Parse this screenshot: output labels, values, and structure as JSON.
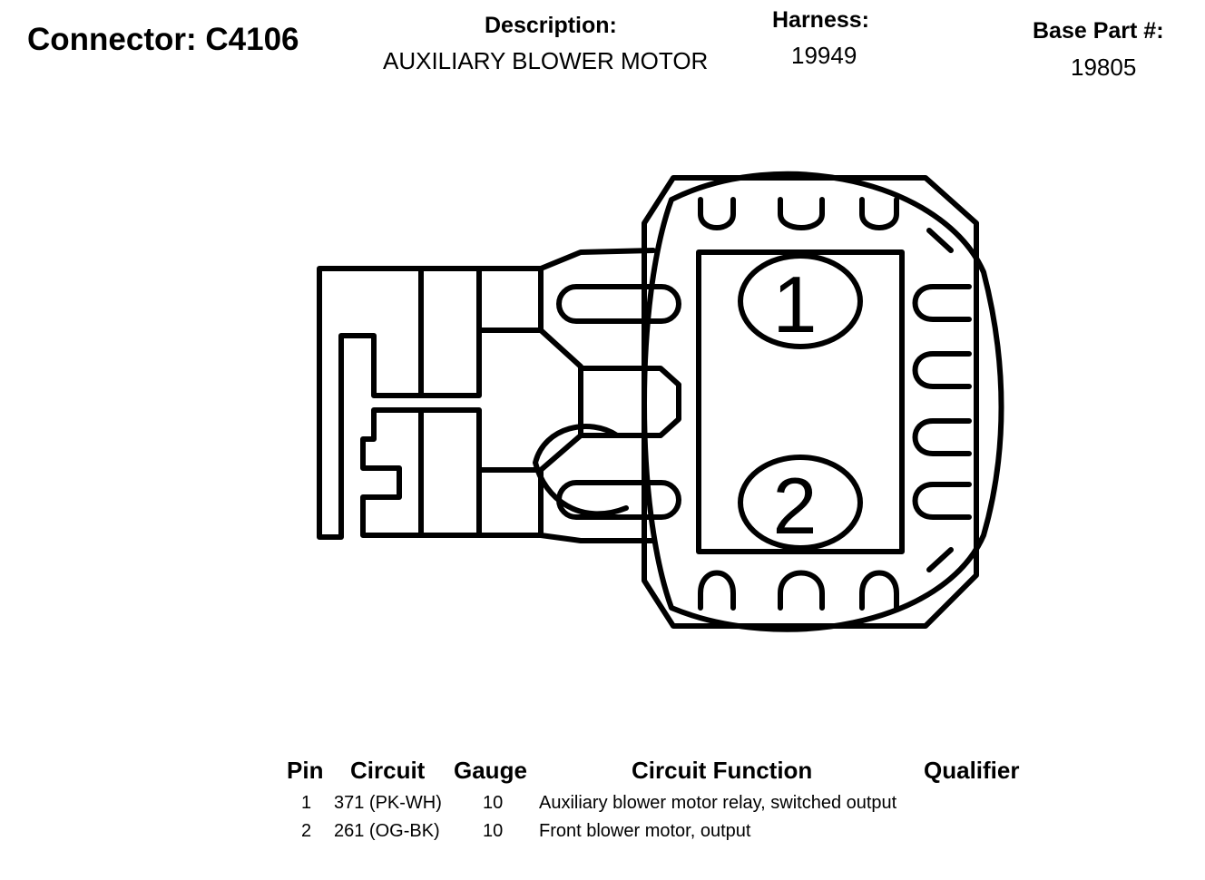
{
  "header": {
    "connector_label": "Connector: C4106",
    "description_label": "Description:",
    "description_value": "AUXILIARY BLOWER MOTOR",
    "harness_label": "Harness:",
    "harness_value": "19949",
    "base_part_label": "Base Part #:",
    "base_part_value": "19805"
  },
  "diagram": {
    "pin_labels": [
      "1",
      "2"
    ],
    "stroke_color": "#000000"
  },
  "table": {
    "headers": [
      "Pin",
      "Circuit",
      "Gauge",
      "Circuit Function",
      "Qualifier"
    ],
    "rows": [
      {
        "pin": "1",
        "circuit": "371 (PK-WH)",
        "gauge": "10",
        "function": "Auxiliary blower motor relay, switched output",
        "qualifier": ""
      },
      {
        "pin": "2",
        "circuit": "261 (OG-BK)",
        "gauge": "10",
        "function": "Front blower motor, output",
        "qualifier": ""
      }
    ]
  }
}
